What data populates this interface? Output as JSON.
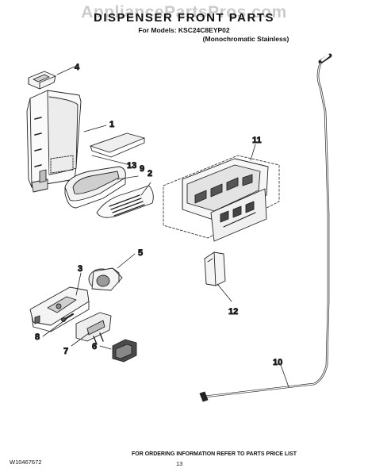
{
  "header": {
    "watermark": "AppliancePartsPros.com",
    "title": "DISPENSER FRONT PARTS",
    "models_line": "For Models: KSC24C8EYP02",
    "models_variant": "(Monochromatic Stainless)"
  },
  "callouts": [
    {
      "number": "1"
    },
    {
      "number": "2"
    },
    {
      "number": "3"
    },
    {
      "number": "4"
    },
    {
      "number": "5"
    },
    {
      "number": "6"
    },
    {
      "number": "7"
    },
    {
      "number": "8"
    },
    {
      "number": "9"
    },
    {
      "number": "10"
    },
    {
      "number": "11"
    },
    {
      "number": "12"
    },
    {
      "number": "13"
    }
  ],
  "footer": {
    "doc_number": "W10467672",
    "order_note": "FOR ORDERING INFORMATION REFER TO PARTS PRICE LIST",
    "page_number": "13"
  }
}
